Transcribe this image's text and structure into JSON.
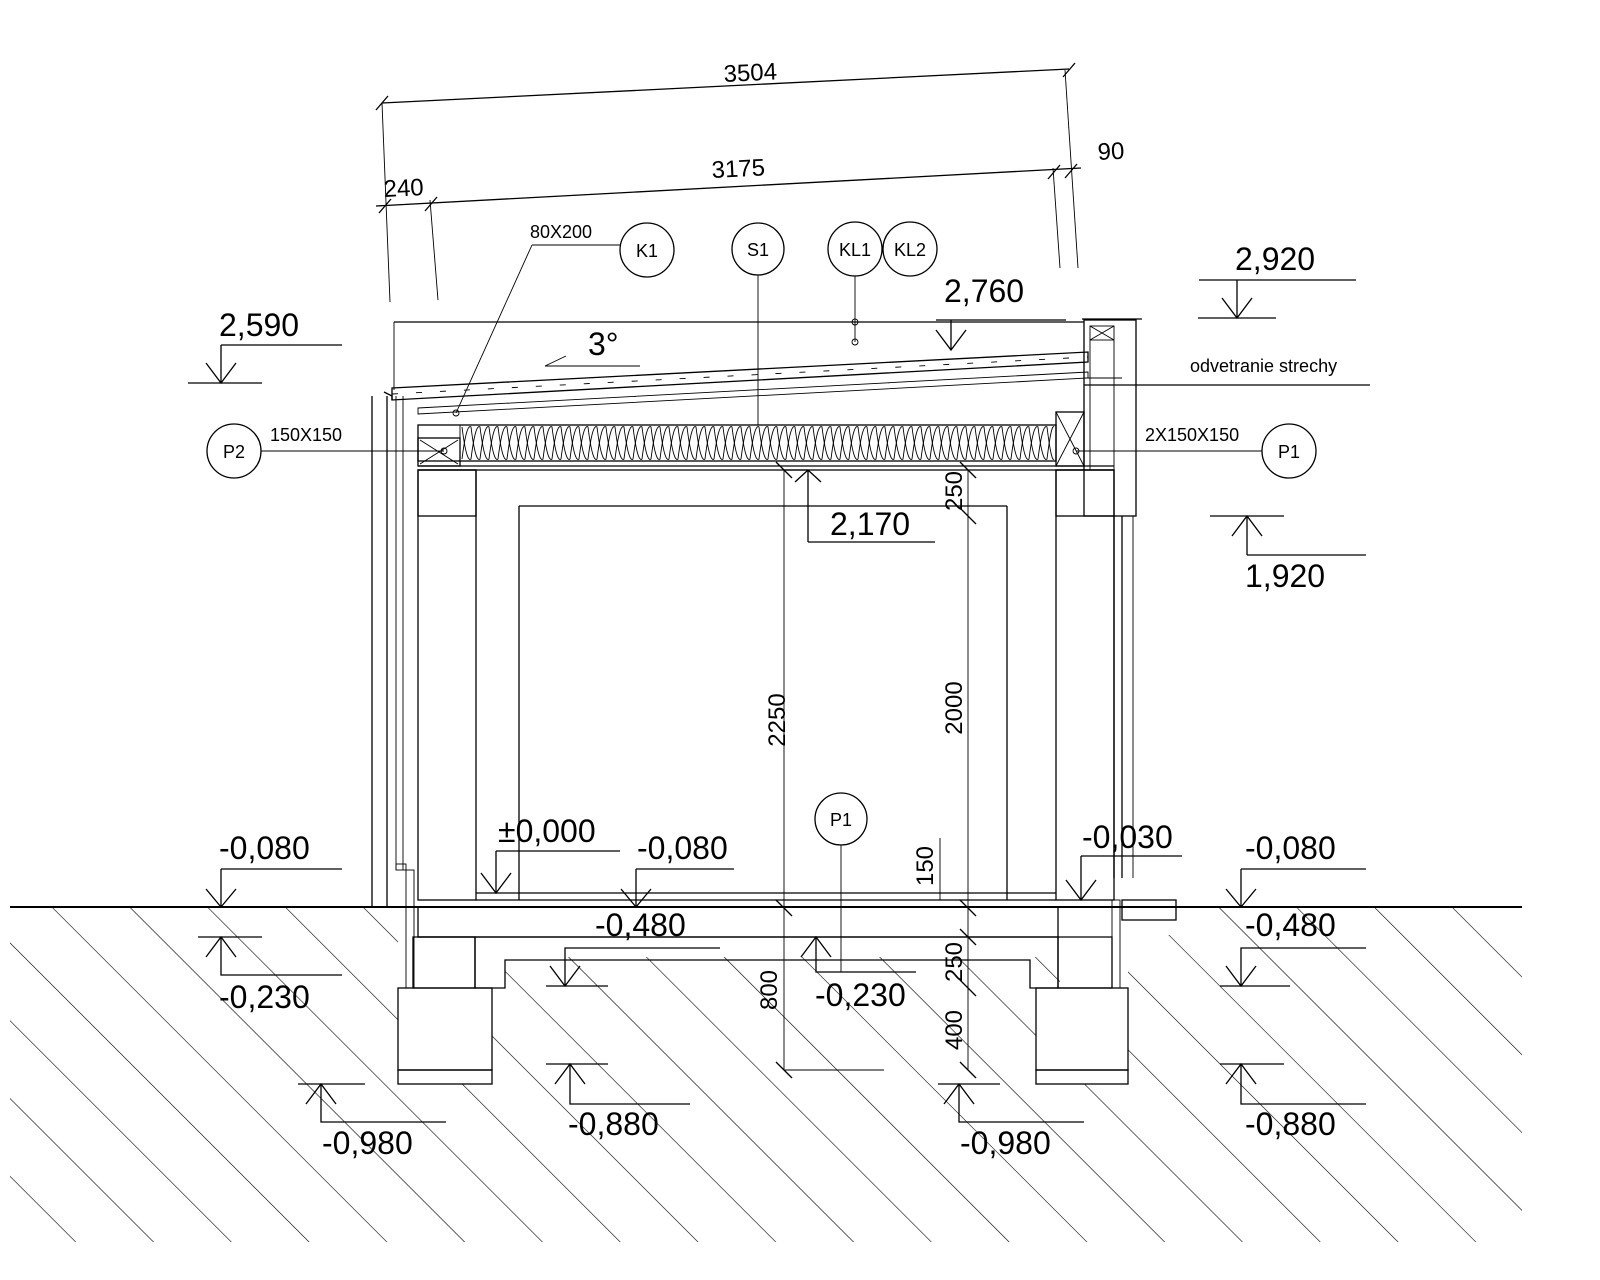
{
  "section": {
    "dims_top": {
      "overall": "3504",
      "wall": "240",
      "span": "3175",
      "overhang": "90"
    },
    "labels": {
      "beam_size": "80X200",
      "left_post_size": "150X150",
      "right_post_size": "2X150X150",
      "roof_slope": "3°",
      "ventilation": "odvetranie strechy"
    },
    "tags": {
      "k1": "K1",
      "s1": "S1",
      "kl1": "KL1",
      "kl2": "KL2",
      "p2": "P2",
      "p1_right": "P1",
      "p1_floor": "P1"
    },
    "levels": {
      "roof_left": "2,590",
      "roof_mid": "2,760",
      "roof_right": "2,920",
      "ceiling": "2,170",
      "lintel": "1,920",
      "floor": "±0,000",
      "terrain_left": "-0,080",
      "floor_inner": "-0,080",
      "terrain_step": "-0,030",
      "terrain_right": "-0,080",
      "slab_bottom_left": "-0,230",
      "slab_bottom_mid": "-0,230",
      "gravel_mid": "-0,480",
      "gravel_right": "-0,480",
      "foot_left": "-0,980",
      "foot_mid_a": "-0,880",
      "foot_mid_b": "-0,980",
      "foot_right": "-0,880"
    },
    "vertical_dims": {
      "clear_height": "2250",
      "door_height": "2000",
      "lintel_depth": "250",
      "slab": "150",
      "gravel": "250",
      "footing_top": "400",
      "footing": "800"
    }
  }
}
